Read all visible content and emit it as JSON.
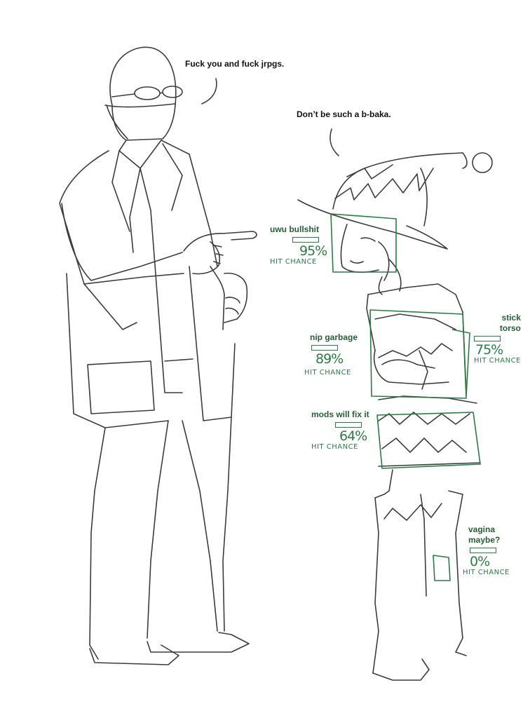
{
  "dialogue": {
    "left_speaker": "Fuck you and fuck jrpgs.",
    "right_speaker": "Don’t be such a b-baka."
  },
  "hit_zones": [
    {
      "label": "uwu bullshit",
      "percent": "95%",
      "caption": "HIT CHANCE"
    },
    {
      "label": "nip garbage",
      "percent": "89%",
      "caption": "HIT CHANCE"
    },
    {
      "label": "stick\ntorso",
      "percent": "75%",
      "caption": "HIT CHANCE"
    },
    {
      "label": "mods will fix it",
      "percent": "64%",
      "caption": "HIT CHANCE"
    },
    {
      "label": "vagina\nmaybe?",
      "percent": "0%",
      "caption": "HIT CHANCE"
    }
  ],
  "colors": {
    "accent": "#2e7a45",
    "line": "#3c3c3c",
    "background": "#ffffff"
  }
}
